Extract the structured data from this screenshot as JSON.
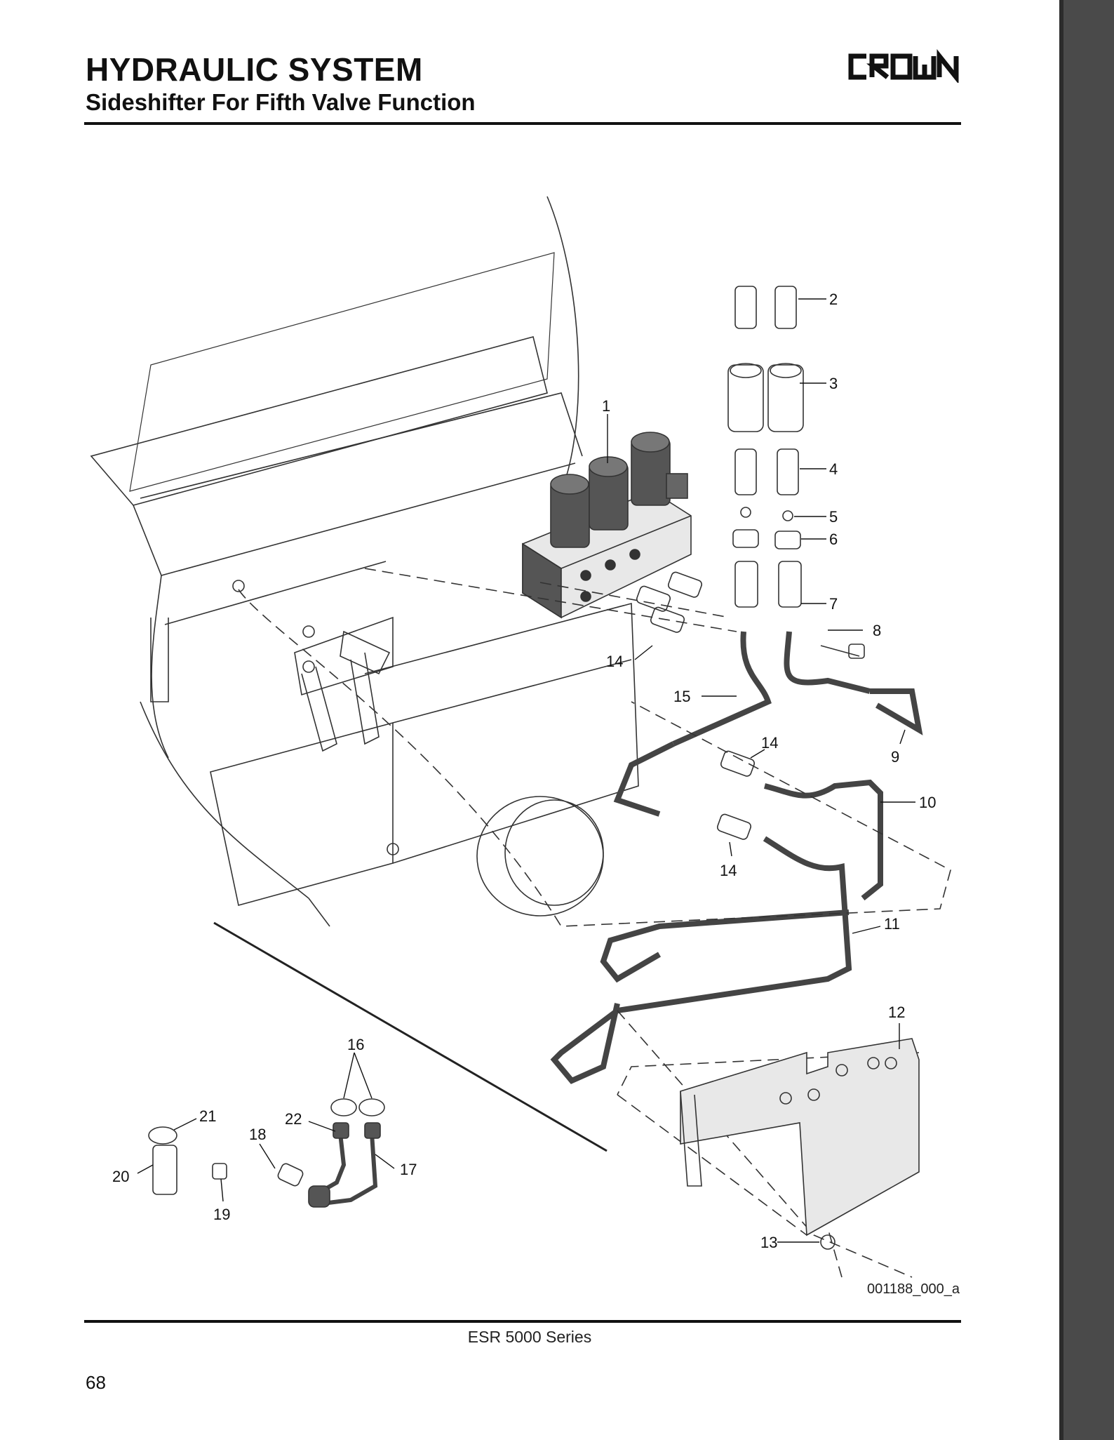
{
  "header": {
    "title": "HYDRAULIC SYSTEM",
    "subtitle": "Sideshifter For Fifth Valve Function",
    "brand_logo": "CROWN"
  },
  "diagram": {
    "callouts": [
      "1",
      "2",
      "3",
      "4",
      "5",
      "6",
      "7",
      "8",
      "14",
      "15",
      "9",
      "14",
      "10",
      "14",
      "11",
      "12",
      "16",
      "21",
      "22",
      "18",
      "20",
      "17",
      "19",
      "13"
    ],
    "figure_ref": "001188_000_a"
  },
  "footer": {
    "series": "ESR 5000 Series",
    "page_number": "68"
  },
  "colors": {
    "text": "#111111",
    "line": "#333333",
    "side_bar": "#4a4a4a"
  }
}
